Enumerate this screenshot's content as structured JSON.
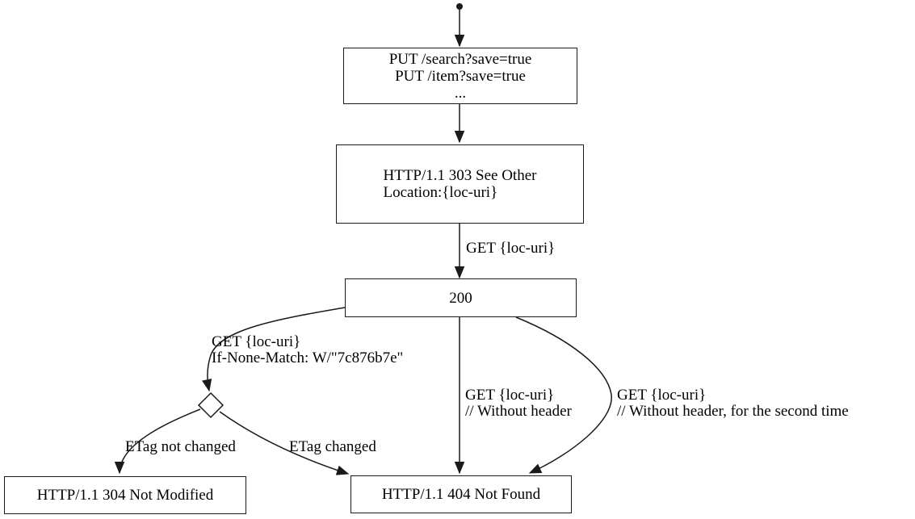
{
  "diagram": {
    "kind": "flowchart",
    "colors": {
      "stroke": "#1a1a1a",
      "node_fill": "#ffffff",
      "text": "#000000",
      "background": "#ffffff"
    },
    "nodes": {
      "start": {
        "shape": "dot"
      },
      "put": {
        "shape": "box",
        "lines": [
          "PUT /search?save=true",
          "PUT /item?save=true",
          "..."
        ]
      },
      "see_other": {
        "shape": "box",
        "lines": [
          "HTTP/1.1 303 See Other",
          "Location:{loc-uri}"
        ]
      },
      "ok200": {
        "shape": "box",
        "label": "200"
      },
      "decision": {
        "shape": "diamond"
      },
      "not_modified": {
        "shape": "box",
        "label": "HTTP/1.1 304 Not Modified"
      },
      "not_found": {
        "shape": "box",
        "label": "HTTP/1.1 404 Not Found"
      }
    },
    "edge_labels": {
      "get_loc_uri": "GET {loc-uri}",
      "if_none_match": {
        "line1": "GET {loc-uri}",
        "line2": "If-None-Match: W/\"7c876b7e\""
      },
      "etag_not_changed": "ETag not changed",
      "etag_changed": "ETag changed",
      "without_header": {
        "line1": "GET {loc-uri}",
        "line2": "// Without header"
      },
      "without_header_second": {
        "line1": "GET {loc-uri}",
        "line2": "// Without header, for the second time"
      }
    }
  }
}
